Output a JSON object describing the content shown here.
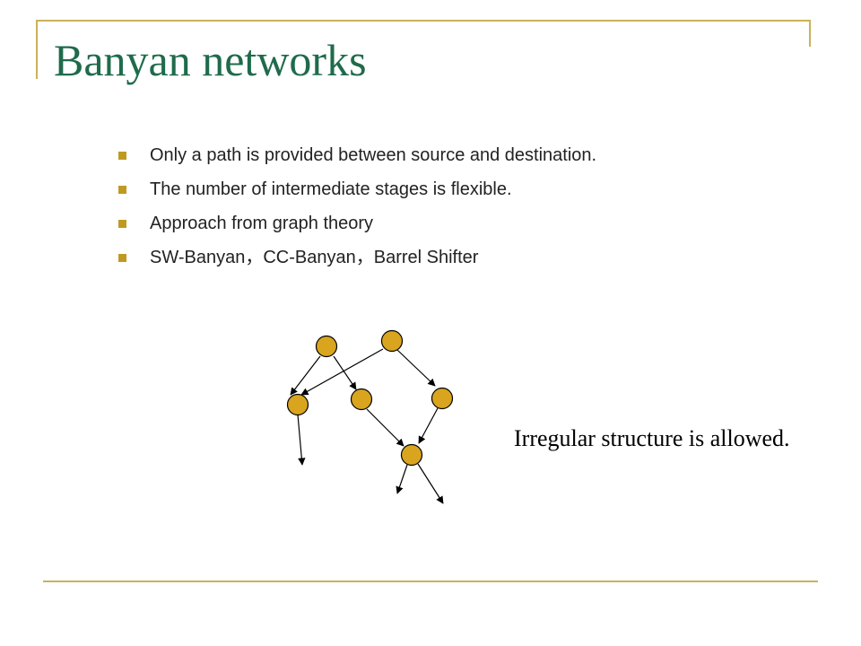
{
  "slide": {
    "title": "Banyan networks",
    "bullets": [
      "Only a path is provided between source and destination.",
      "The number of intermediate stages is flexible.",
      "Approach from graph theory",
      "SW-Banyan，CC-Banyan，Barrel   Shifter"
    ],
    "caption": "Irregular structure is allowed."
  },
  "colors": {
    "title": "#1f6b4b",
    "accent_line": "#c9b25a",
    "bullet": "#bf9a22",
    "node_fill": "#d9a51f",
    "node_stroke": "#000000"
  }
}
